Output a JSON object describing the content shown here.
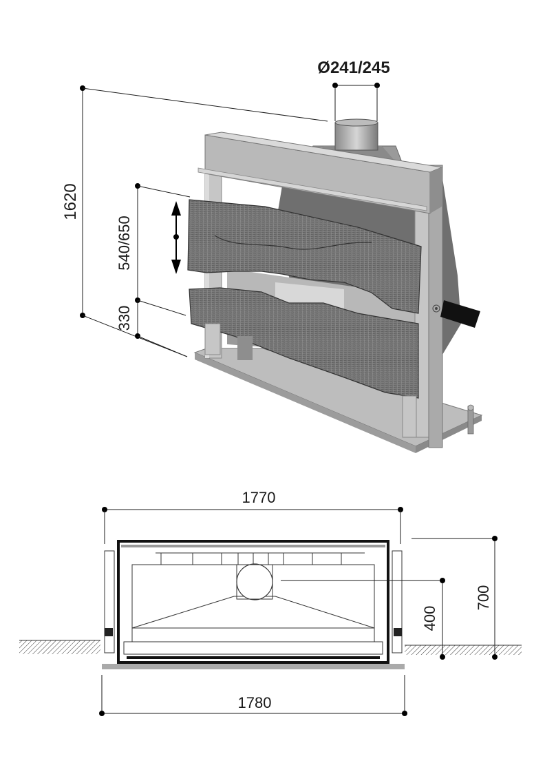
{
  "perspective_view": {
    "flue_diameter": "Ø241/245",
    "overall_height": "1620",
    "upper_opening_height": "540/650",
    "lower_height": "330"
  },
  "plan_view": {
    "inner_width": "1770",
    "outer_width": "1780",
    "depth": "700",
    "hearth_depth": "400"
  },
  "colors": {
    "frame_light": "#c4c4c4",
    "frame_mid": "#a9a9a9",
    "frame_dark": "#8c8c8c",
    "hood": "#6f6f6f",
    "stone": "#777777",
    "outline": "#1a1a1a"
  }
}
